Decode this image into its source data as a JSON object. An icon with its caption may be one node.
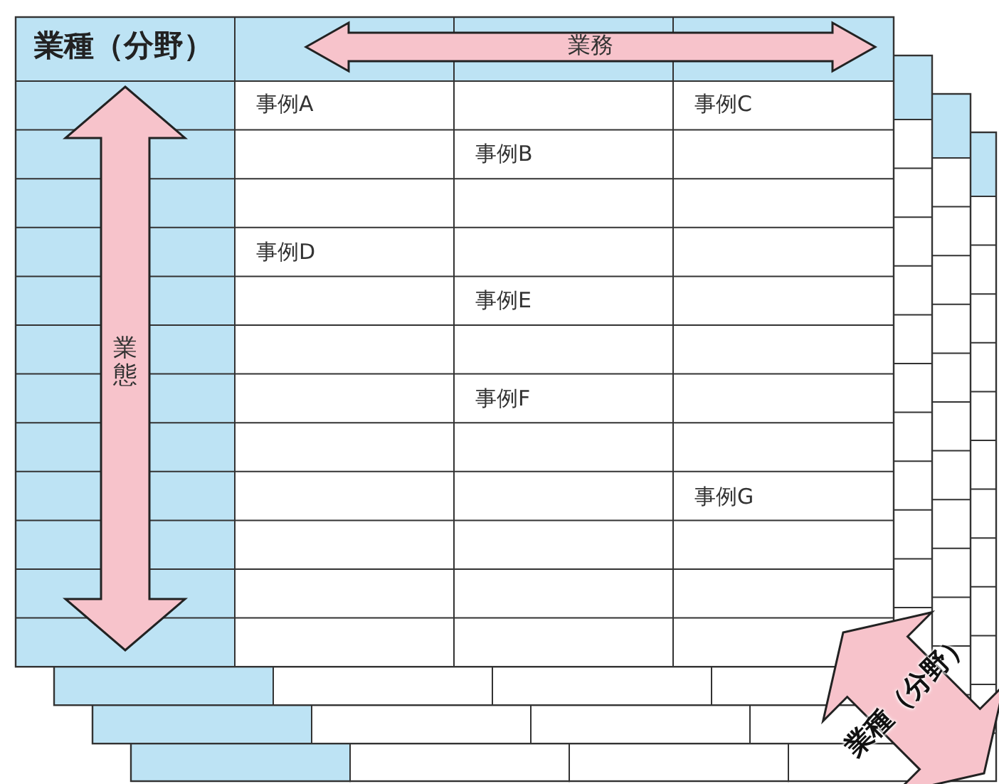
{
  "diagram": {
    "labels": [
      "業種（分野）",
      "業務",
      "事例A",
      "事例C",
      "事例B",
      "事例D",
      "事例E",
      "業態",
      "事例F",
      "事例G",
      "業種（分野）"
    ]
  }
}
